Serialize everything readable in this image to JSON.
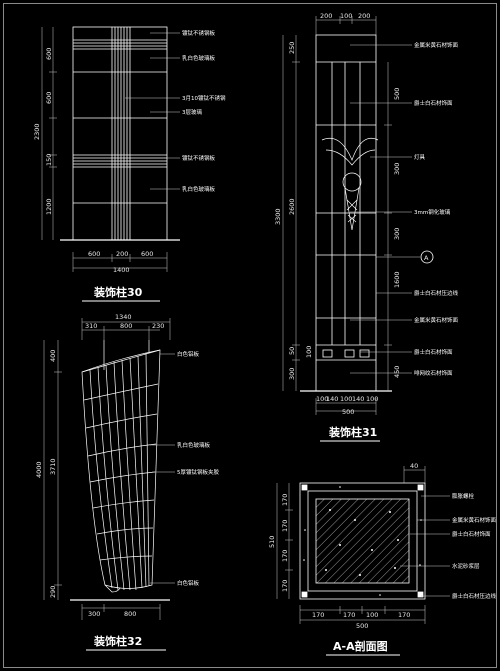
{
  "titles": {
    "col30": "装饰柱30",
    "col31": "装饰柱31",
    "col32": "装饰柱32",
    "section": "A-A剖面图"
  },
  "col30": {
    "top_dims": [
      "600",
      "200",
      "600"
    ],
    "total_width": "1400",
    "left_dims": [
      "2300",
      "600",
      "600",
      "150",
      "1200"
    ],
    "notes": [
      "镀钛不锈钢板",
      "乳白色玻璃板",
      "3月10镀钛不锈钢",
      "3层玻璃",
      "镀钛不锈钢板",
      "乳白色玻璃板"
    ]
  },
  "col31": {
    "top_dims": [
      "200",
      "100",
      "200"
    ],
    "left_dims": [
      "3300",
      "250",
      "2600",
      "50",
      "300"
    ],
    "inner_dims": [
      "500",
      "300",
      "300",
      "1600",
      "100",
      "450"
    ],
    "bottom_dims": [
      "100",
      "140",
      "100",
      "140",
      "100"
    ],
    "total_width": "500",
    "notes": [
      "金属米黄石材饰面",
      "爵士白石材饰面",
      "灯具",
      "3mm钢化玻璃",
      "爵士白石材压边线",
      "金属米黄石材饰面",
      "爵士白石材饰面",
      "啡网纹石材饰面"
    ],
    "section_mark": "A"
  },
  "col32": {
    "top_dims": [
      "310",
      "800",
      "230"
    ],
    "total_width": "1340",
    "left_dims": [
      "4000",
      "400",
      "3710",
      "290"
    ],
    "bottom_dims": [
      "300",
      "800"
    ],
    "notes": [
      "白色铝板",
      "乳白色玻璃板",
      "5厚镀钛钢板夹胶",
      "白色铝板"
    ]
  },
  "section": {
    "top_dim": "40",
    "left_dims": [
      "510",
      "170",
      "170",
      "170",
      "170"
    ],
    "bottom_dims": [
      "170",
      "170",
      "100",
      "170"
    ],
    "total_width": "500",
    "notes": [
      "膨胀螺栓",
      "金属米黄石材饰面",
      "爵士白石材饰面",
      "水泥砂浆层",
      "爵士白石材压边线"
    ]
  }
}
